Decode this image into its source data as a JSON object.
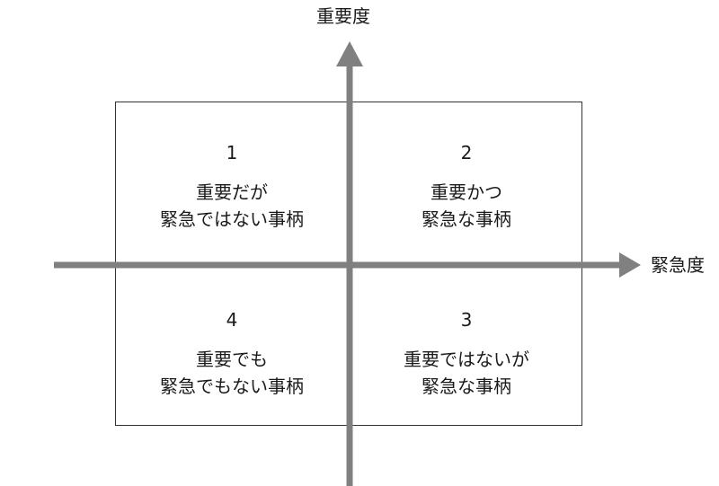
{
  "axes": {
    "vertical_label": "重要度",
    "horizontal_label": "緊急度",
    "color": "#808080"
  },
  "quadrants": [
    {
      "number": "1",
      "line1": "重要だが",
      "line2": "緊急ではない事柄"
    },
    {
      "number": "2",
      "line1": "重要かつ",
      "line2": "緊急な事柄"
    },
    {
      "number": "3",
      "line1": "重要ではないが",
      "line2": "緊急な事柄"
    },
    {
      "number": "4",
      "line1": "重要でも",
      "line2": "緊急でもない事柄"
    }
  ]
}
